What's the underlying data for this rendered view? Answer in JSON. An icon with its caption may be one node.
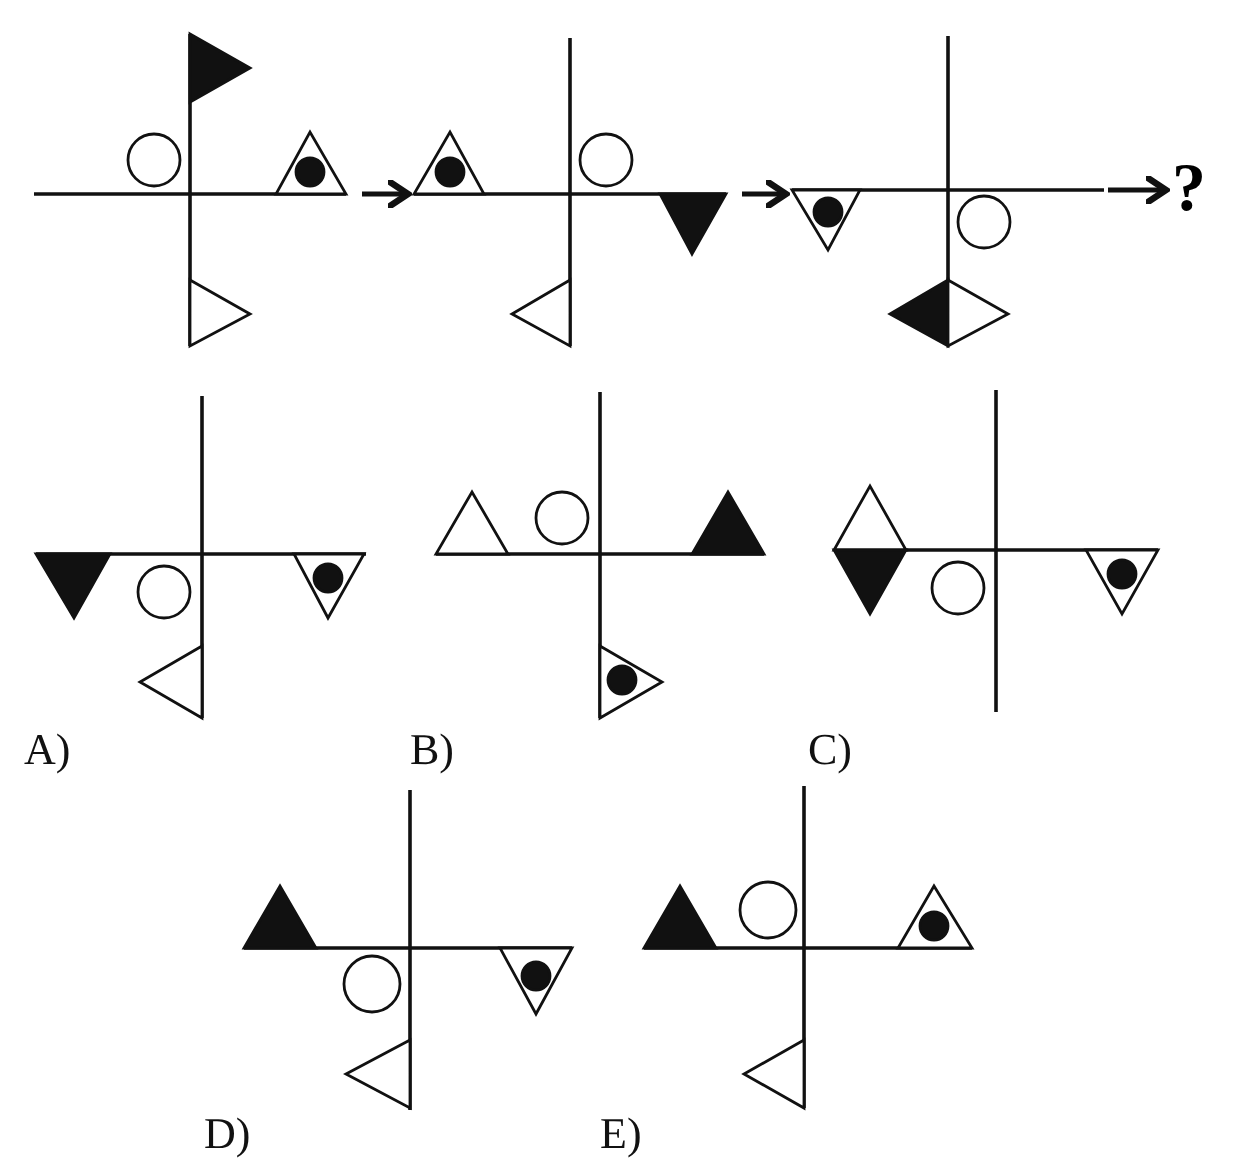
{
  "diagram": {
    "nodes": [
      {
        "text": [],
        "shape": "picture"
      },
      {
        "text": [],
        "shape": "picture"
      },
      {
        "text": [],
        "shape": "picture"
      },
      {
        "text": [
          "?"
        ]
      }
    ],
    "edges": [
      {
        "from": 0,
        "to": 1,
        "arrow": "to"
      },
      {
        "from": 1,
        "to": 2,
        "arrow": "to"
      },
      {
        "from": 2,
        "to": 3,
        "arrow": "to"
      }
    ],
    "labels": [
      "A)",
      "B)",
      "C)",
      "D)",
      "E)"
    ]
  }
}
